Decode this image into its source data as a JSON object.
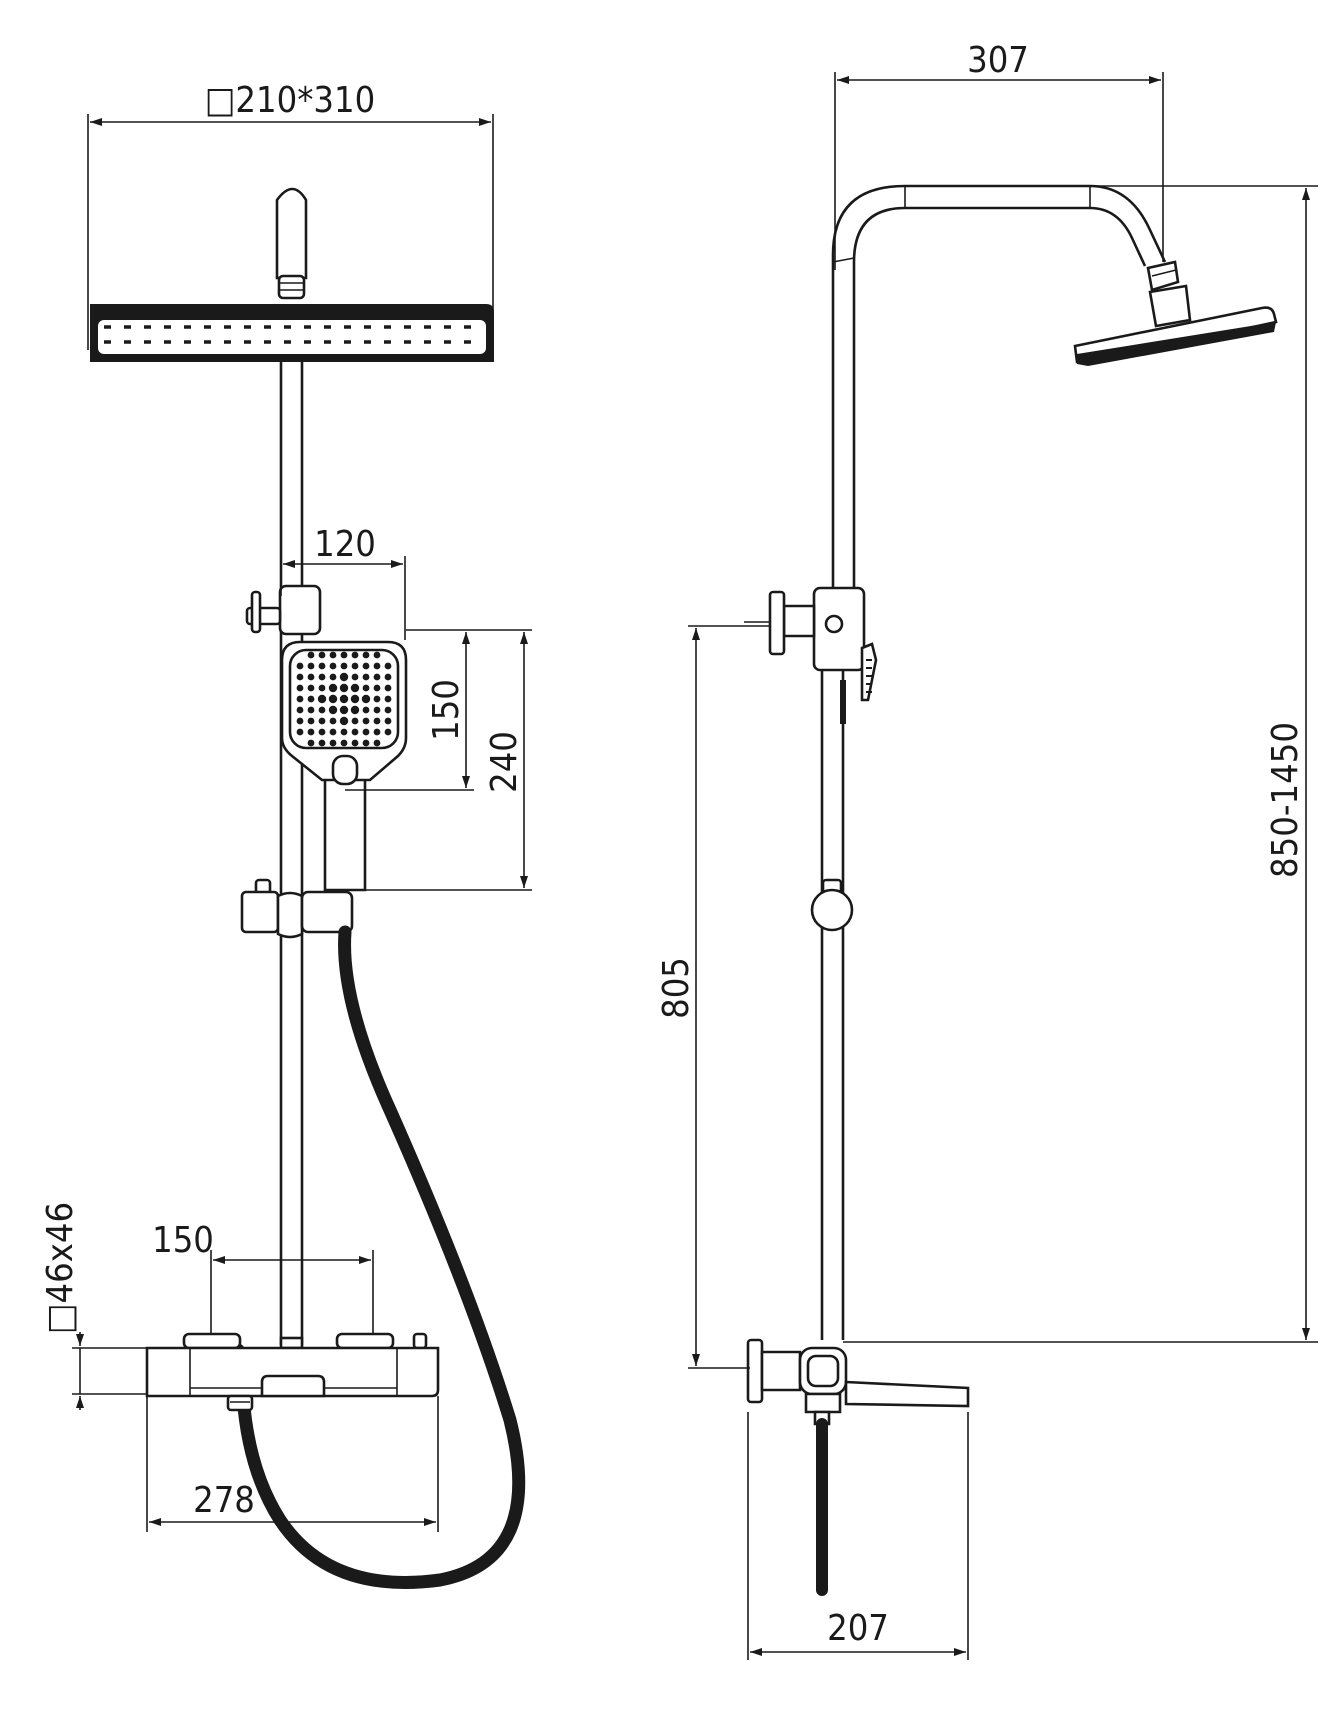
{
  "front_view": {
    "overhead_size": "□210*310",
    "hand_shower_width": "120",
    "hand_shower_head": "150",
    "hand_shower_length": "240",
    "valve_spacing": "150",
    "mixer_size": "□46x46",
    "mixer_length": "278"
  },
  "side_view": {
    "arm_reach": "307",
    "height_range": "850-1450",
    "inlet_height": "805",
    "spout_depth": "207"
  },
  "colors": {
    "line": "#1a1a1a",
    "background": "#ffffff"
  }
}
